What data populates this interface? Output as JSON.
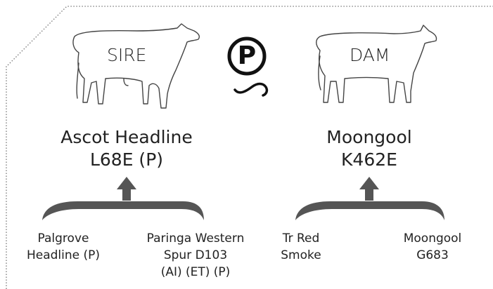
{
  "sire": {
    "label": "SIRE",
    "name_line1": "Ascot Headline",
    "name_line2": "L68E (P)",
    "grandsire": {
      "line1": "Palgrove",
      "line2": "Headline (P)"
    },
    "granddam": {
      "line1": "Paringa Western",
      "line2": "Spur D103",
      "line3": "(AI) (ET) (P)"
    }
  },
  "dam": {
    "label": "DAM",
    "name_line1": "Moongool",
    "name_line2": "K462E",
    "grandsire": {
      "line1": "Tr Red",
      "line2": "Smoke"
    },
    "granddam": {
      "line1": "Moongool",
      "line2": "G683"
    }
  },
  "poll_badge": {
    "letter": "P"
  },
  "colors": {
    "arrow": "#555555",
    "outline": "#444444",
    "frame": "#777777"
  },
  "icons": {
    "sire_animal": "bull-outline-icon",
    "dam_animal": "cow-outline-icon",
    "poll": "polled-symbol-icon"
  }
}
